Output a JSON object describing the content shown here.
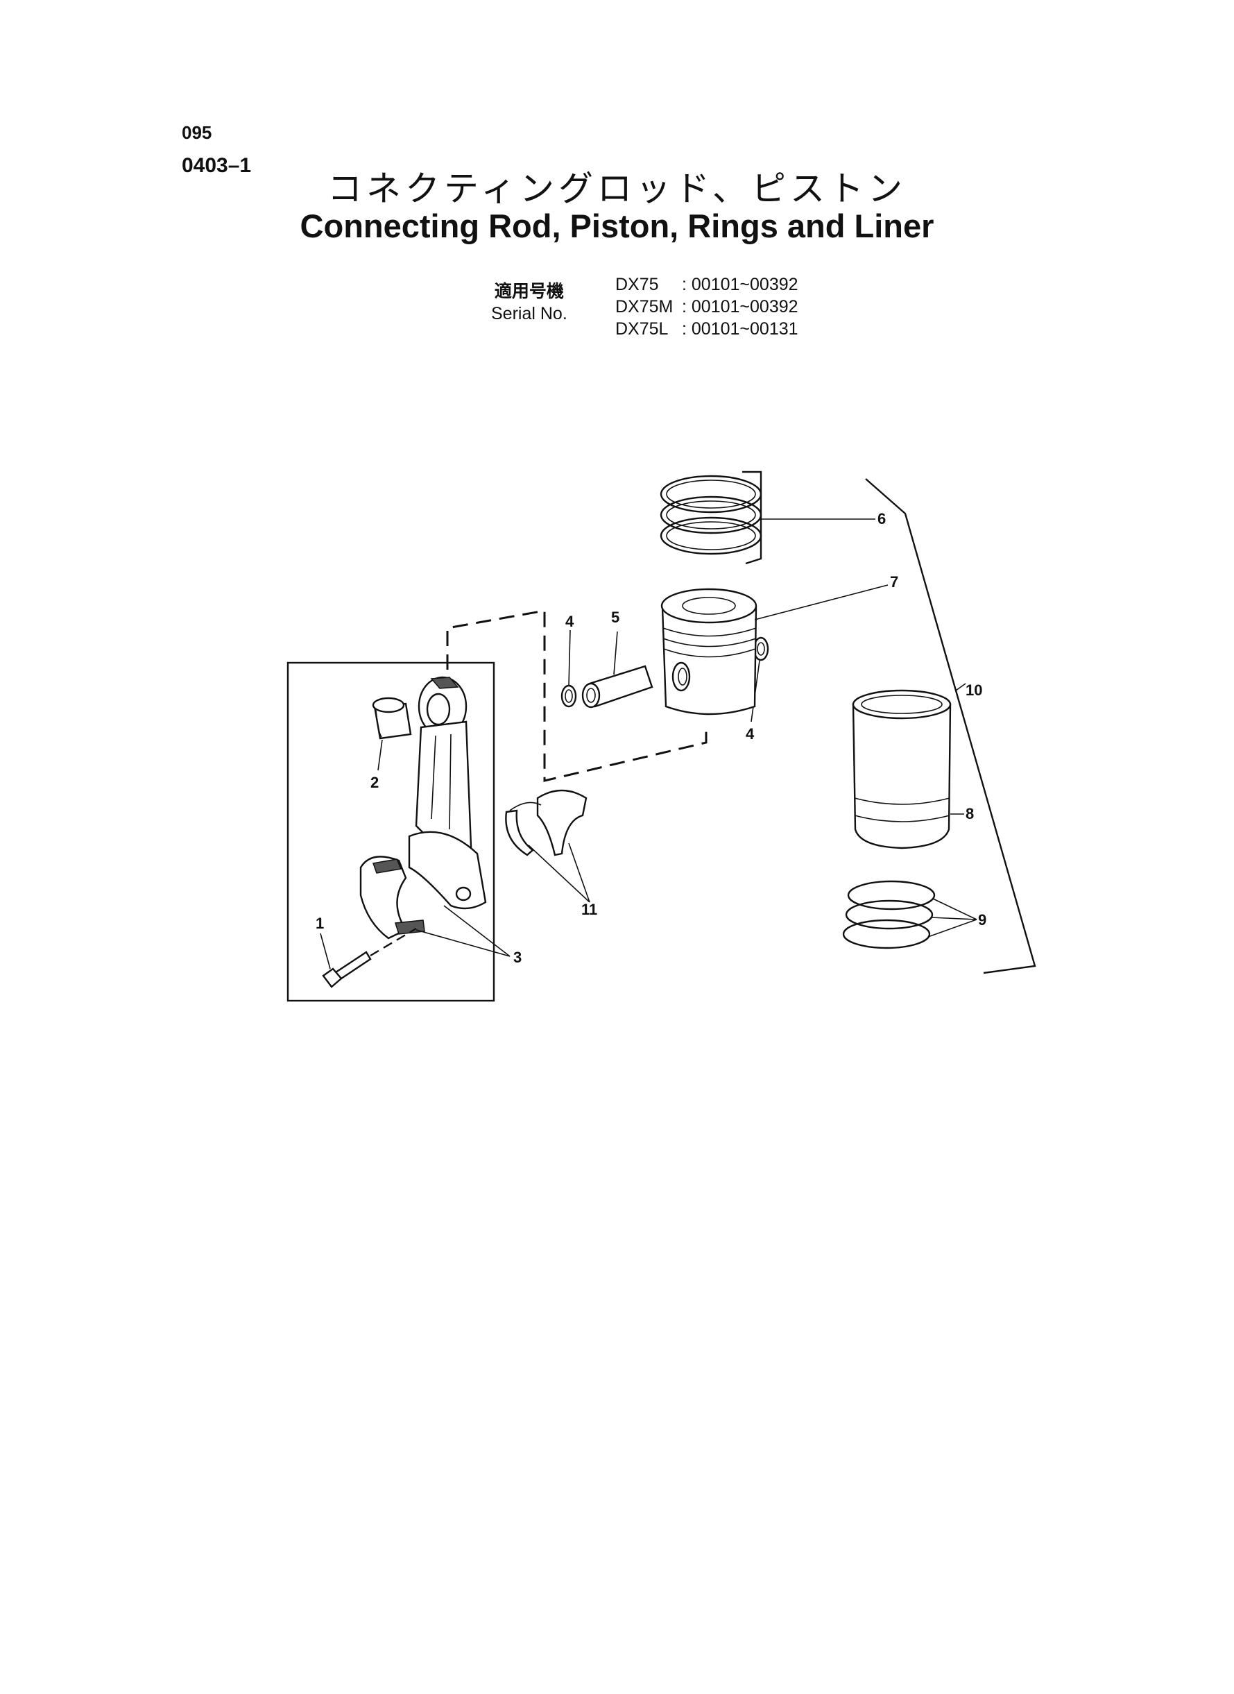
{
  "header": {
    "page_number": "095",
    "figure_number": "0403–1",
    "title_jp": "コネクティングロッド、ピストン",
    "title_en": "Connecting Rod, Piston, Rings and Liner"
  },
  "serial": {
    "label_jp": "適用号機",
    "label_en": "Serial No.",
    "entries": [
      {
        "model": "DX75",
        "range": ": 00101~00392"
      },
      {
        "model": "DX75M",
        "range": ": 00101~00392"
      },
      {
        "model": "DX75L",
        "range": ": 00101~00131"
      }
    ]
  },
  "callouts": {
    "c1": "1",
    "c2": "2",
    "c3": "3",
    "c4a": "4",
    "c4b": "4",
    "c5": "5",
    "c6": "6",
    "c7": "7",
    "c8": "8",
    "c9": "9",
    "c10": "10",
    "c11": "11"
  }
}
